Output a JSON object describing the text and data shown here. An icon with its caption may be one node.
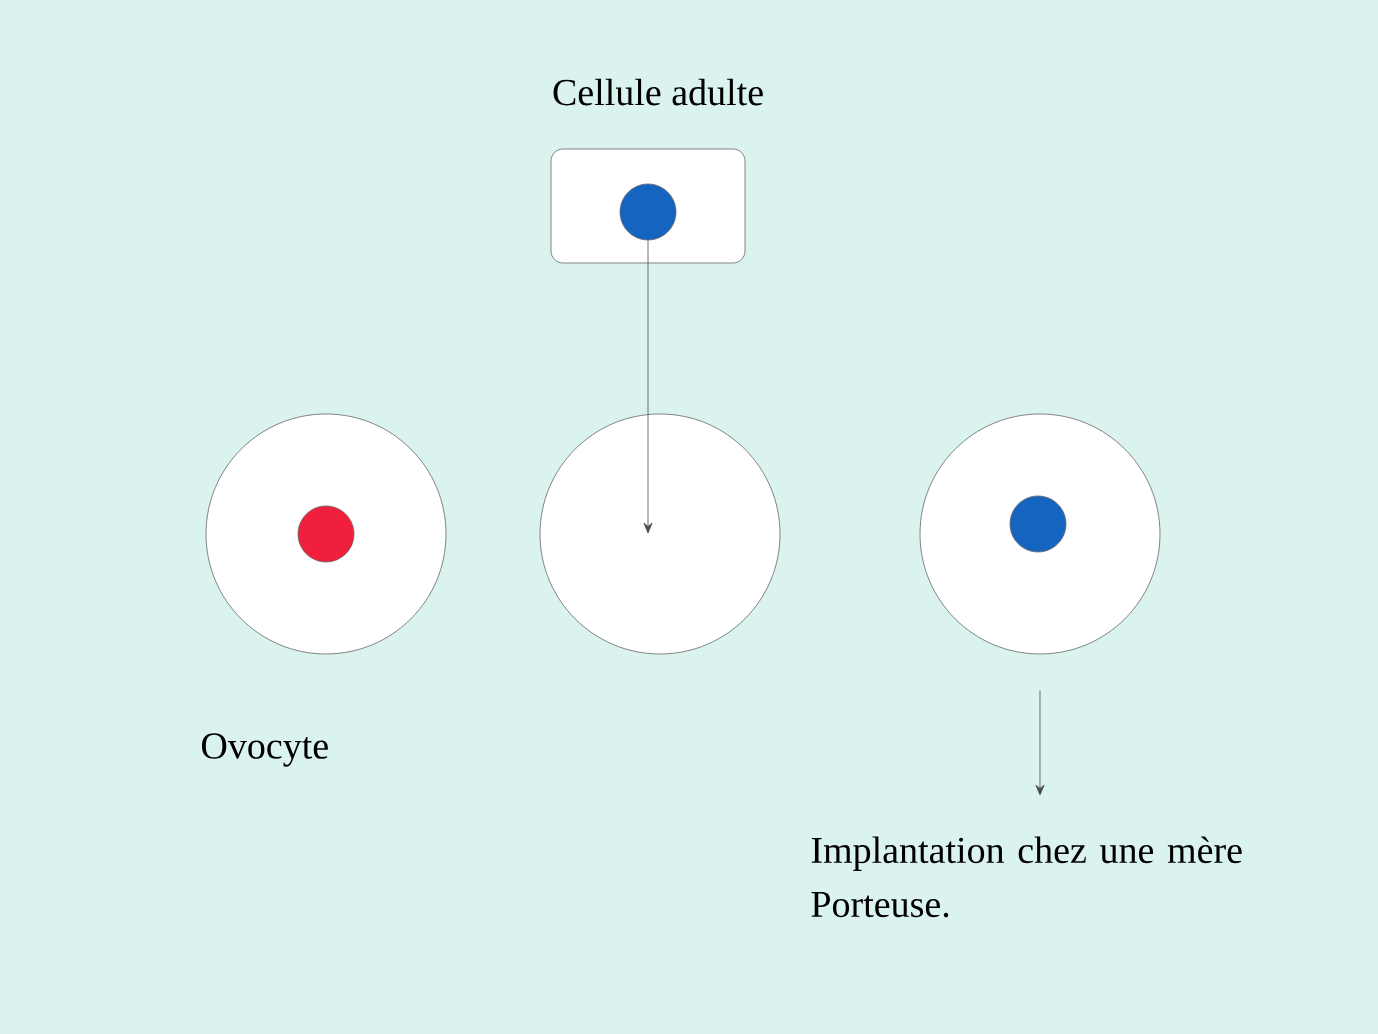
{
  "diagram": {
    "nodes": [
      {
        "text": [
          "Cellule adulte"
        ]
      },
      {
        "text": [],
        "shape": "circle",
        "in": 0
      },
      {
        "text": [
          "Ovocyte"
        ]
      },
      {
        "text": [],
        "shape": "circle",
        "in": 2
      },
      {
        "text": [],
        "shape": "circle"
      },
      {
        "text": [],
        "shape": "circle"
      },
      {
        "text": [],
        "shape": "circle",
        "in": 5
      },
      {
        "text": [
          "Implantation chez une mère Porteuse."
        ]
      }
    ],
    "edges": [
      {
        "from": 1,
        "to": 4,
        "arrow": "to"
      },
      {
        "from": 5,
        "to": 7,
        "arrow": "to"
      }
    ]
  }
}
